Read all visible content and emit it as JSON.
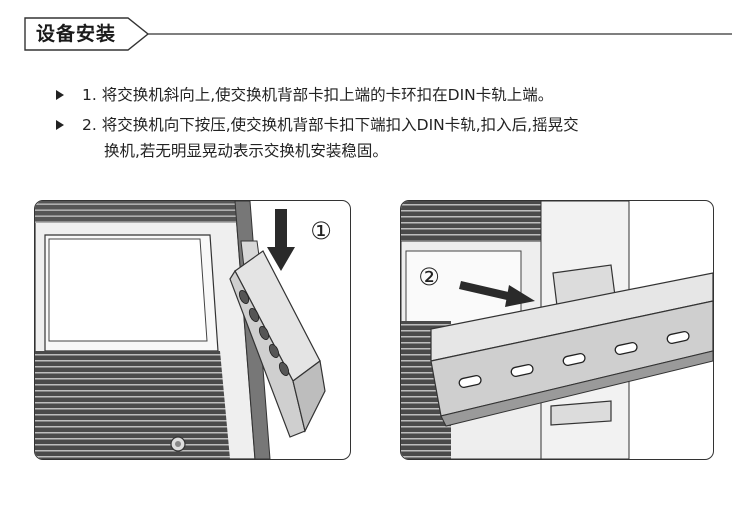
{
  "section": {
    "title": "设备安装"
  },
  "steps": [
    {
      "line1": "1. 将交换机斜向上,使交换机背部卡扣上端的卡环扣在DIN卡轨上端。"
    },
    {
      "line1": "2. 将交换机向下按压,使交换机背部卡扣下端扣入DIN卡轨,扣入后,摇晃交",
      "line2": "换机,若无明显晃动表示交换机安装稳固。"
    }
  ],
  "figures": {
    "left": {
      "marker": "①"
    },
    "right": {
      "marker": "②"
    }
  },
  "colors": {
    "text": "#222222",
    "line": "#333333",
    "rail": "#d9d9d9",
    "device_dark": "#3a3a3a"
  }
}
